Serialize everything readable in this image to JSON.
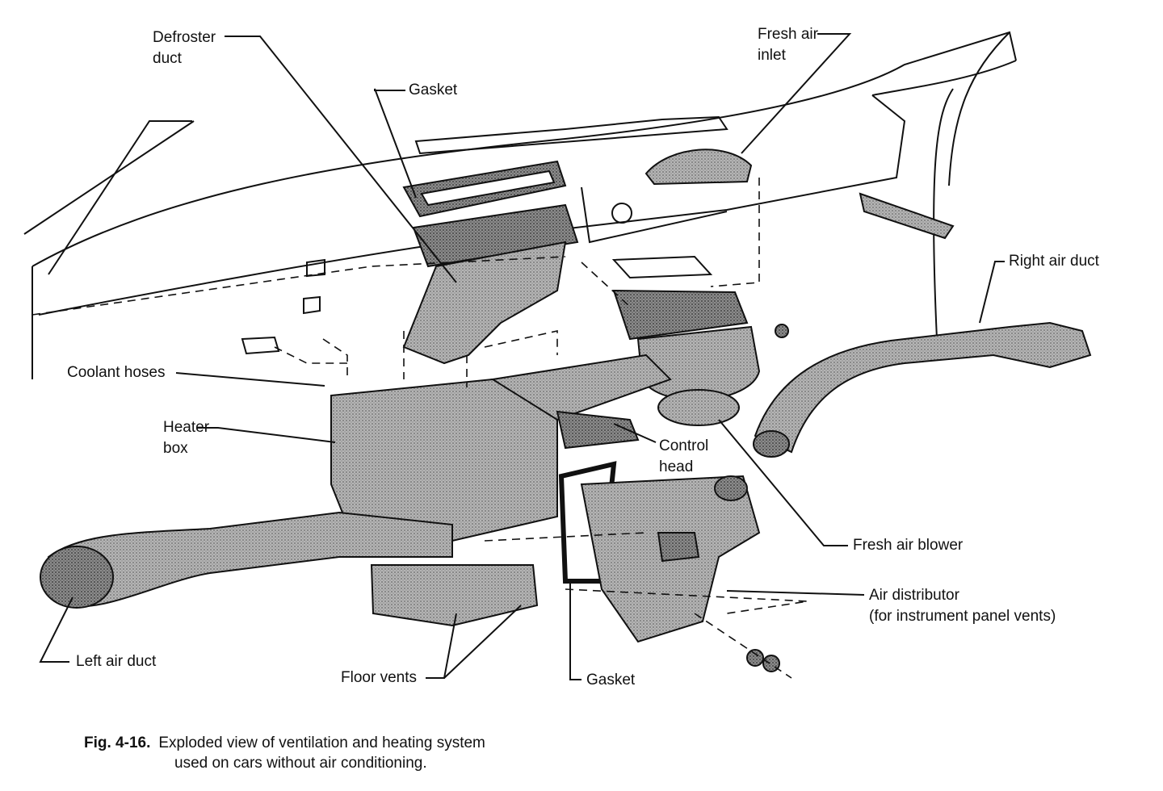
{
  "labels": {
    "defroster_duct_1": "Defroster",
    "defroster_duct_2": "duct",
    "gasket_top": "Gasket",
    "fresh_air_inlet_1": "Fresh air",
    "fresh_air_inlet_2": "inlet",
    "right_air_duct": "Right air duct",
    "coolant_hoses": "Coolant hoses",
    "heater_box_1": "Heater",
    "heater_box_2": "box",
    "control_head_1": "Control",
    "control_head_2": "head",
    "fresh_air_blower": "Fresh air blower",
    "air_distributor_1": "Air distributor",
    "air_distributor_2": "(for instrument panel vents)",
    "left_air_duct": "Left air duct",
    "floor_vents": "Floor vents",
    "gasket_bottom": "Gasket"
  },
  "caption": {
    "fig": "Fig. 4-16.",
    "line1": "Exploded view of ventilation and heating system",
    "line2": "used on cars without air conditioning."
  }
}
